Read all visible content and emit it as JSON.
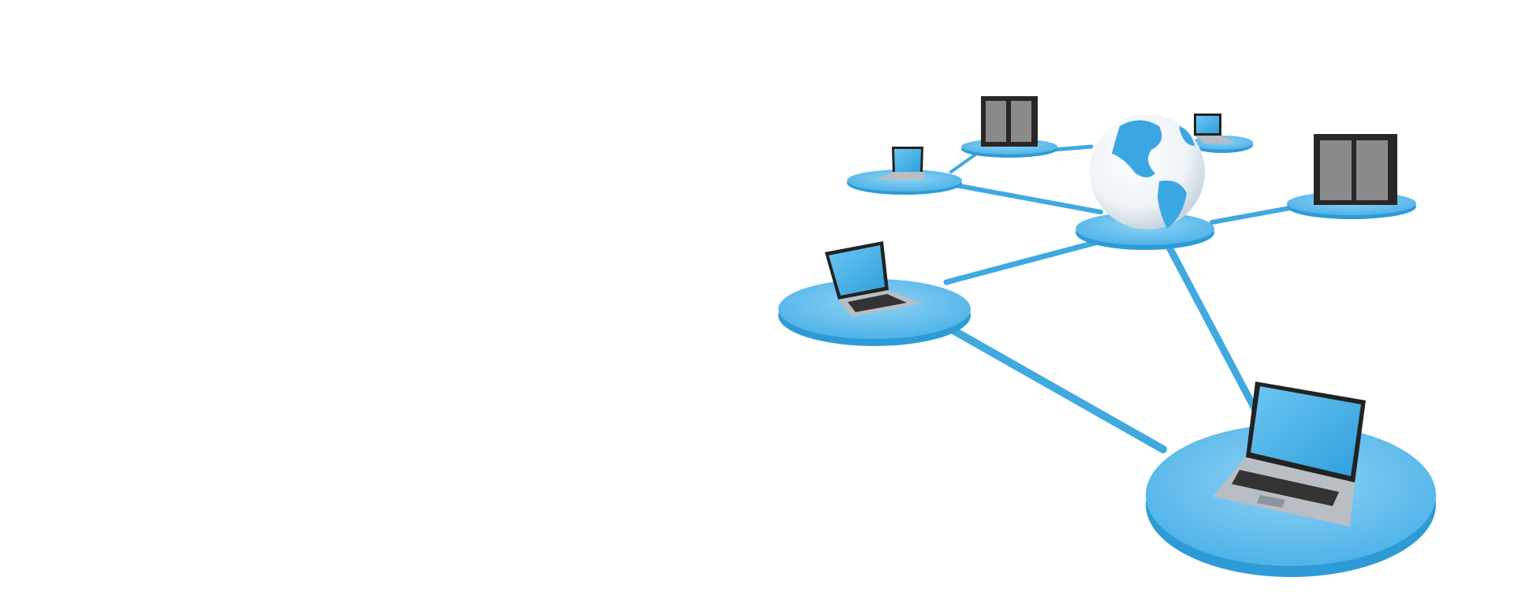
{
  "banner": {
    "subject": "network-illustration",
    "colors": {
      "background": "#ffffff",
      "link": "#3fa9e0",
      "platform": "#5bbcec",
      "platform_edge": "#2d9bd6",
      "screen": "#4fb3ea",
      "server": "#2a2626",
      "laptop_body": "#b9bec4"
    },
    "nodes": [
      {
        "kind": "laptop",
        "name": "laptop-top-left"
      },
      {
        "kind": "server",
        "name": "server-top"
      },
      {
        "kind": "globe",
        "name": "globe-hub"
      },
      {
        "kind": "laptop",
        "name": "laptop-top-right"
      },
      {
        "kind": "server",
        "name": "server-right"
      },
      {
        "kind": "laptop",
        "name": "laptop-middle"
      },
      {
        "kind": "laptop",
        "name": "laptop-large"
      }
    ]
  }
}
